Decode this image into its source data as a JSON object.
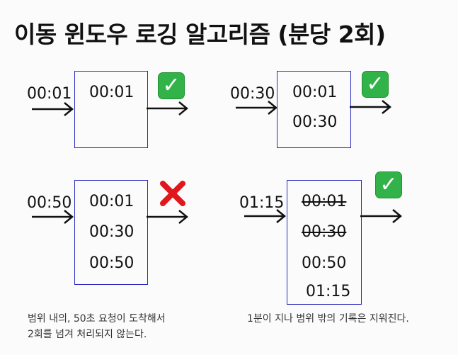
{
  "title": "이동 윈도우 로깅 알고리즘 (분당 2회)",
  "colors": {
    "box_border": "#2a2ac0",
    "check": "#32b34a",
    "cross": "#e0171c"
  },
  "icons": {
    "allowed": "check-mark-icon",
    "rejected": "cross-mark-icon"
  },
  "scenarios": [
    {
      "arrival_time": "00:01",
      "log": [
        {
          "time": "00:01",
          "expired": false
        }
      ],
      "result": "allowed"
    },
    {
      "arrival_time": "00:30",
      "log": [
        {
          "time": "00:01",
          "expired": false
        },
        {
          "time": "00:30",
          "expired": false
        }
      ],
      "result": "allowed"
    },
    {
      "arrival_time": "00:50",
      "log": [
        {
          "time": "00:01",
          "expired": false
        },
        {
          "time": "00:30",
          "expired": false
        },
        {
          "time": "00:50",
          "expired": false
        }
      ],
      "result": "rejected",
      "caption_line1": "범위 내의, 50초 요청이 도착해서",
      "caption_line2": "2회를 넘겨 처리되지 않는다."
    },
    {
      "arrival_time": "01:15",
      "log": [
        {
          "time": "00:01",
          "expired": true
        },
        {
          "time": "00:30",
          "expired": true
        },
        {
          "time": "00:50",
          "expired": false
        },
        {
          "time": "01:15",
          "expired": false
        }
      ],
      "result": "allowed",
      "caption_line1": "1분이 지나 범위 밖의 기록은 지워진다."
    }
  ]
}
